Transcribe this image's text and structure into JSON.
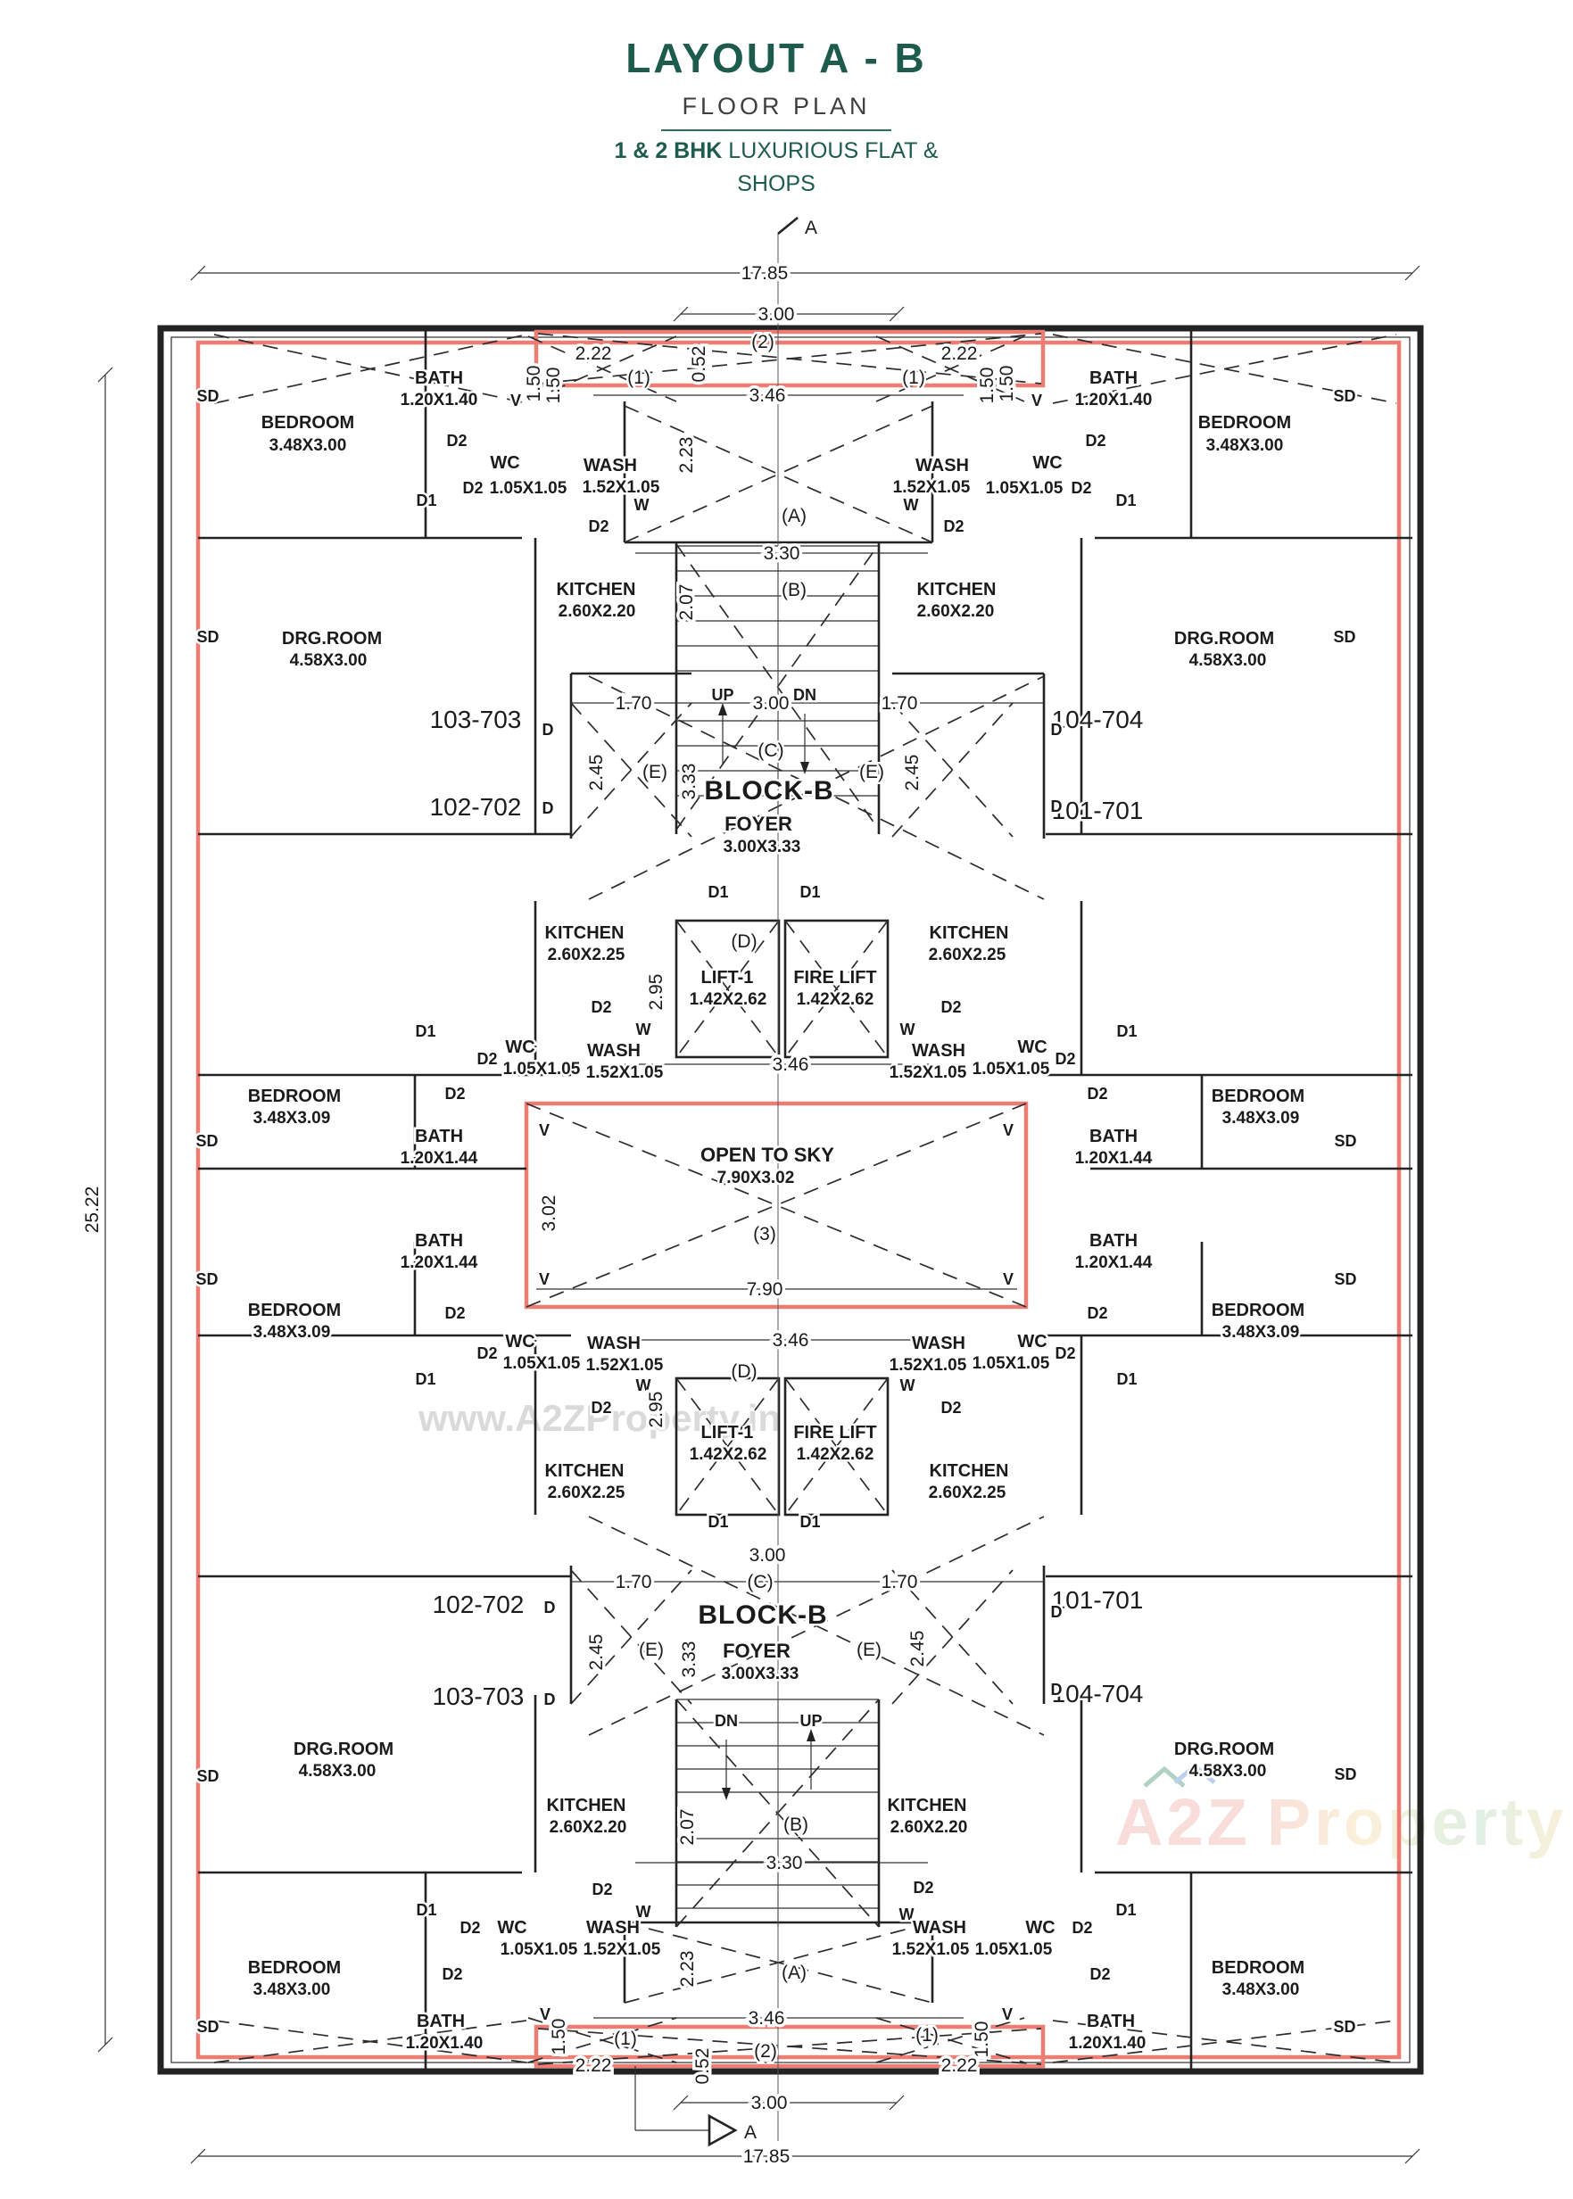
{
  "header": {
    "title": "LAYOUT A - B",
    "subtitle": "FLOOR PLAN",
    "tagline_bold": "1 & 2 BHK",
    "tagline_rest": " LUXURIOUS FLAT &",
    "tagline_line2": "SHOPS"
  },
  "section_marker": "A",
  "overall": {
    "width": "17.85",
    "height": "25.22",
    "core_width": "3.00"
  },
  "units": {
    "u101": "101-701",
    "u102": "102-702",
    "u103": "103-703",
    "u104": "104-704"
  },
  "block": {
    "name": "BLOCK-B"
  },
  "rooms": {
    "bedroom_end": {
      "name": "BEDROOM",
      "size": "3.48X3.00"
    },
    "bedroom_mid": {
      "name": "BEDROOM",
      "size": "3.48X3.09"
    },
    "drg": {
      "name": "DRG.ROOM",
      "size": "4.58X3.00"
    },
    "kitchen_end": {
      "name": "KITCHEN",
      "size": "2.60X2.20"
    },
    "kitchen_mid": {
      "name": "KITCHEN",
      "size": "2.60X2.25"
    },
    "bath_end": {
      "name": "BATH",
      "size": "1.20X1.40"
    },
    "bath_mid": {
      "name": "BATH",
      "size": "1.20X1.44"
    },
    "wc": {
      "name": "WC",
      "size": "1.05X1.05"
    },
    "wash": {
      "name": "WASH",
      "size": "1.52X1.05"
    },
    "lift": {
      "name": "LIFT-1",
      "size": "1.42X2.62"
    },
    "fire_lift": {
      "name": "FIRE LIFT",
      "size": "1.42X2.62"
    },
    "foyer": {
      "name": "FOYER",
      "size": "3.00X3.33"
    },
    "open_sky": {
      "name": "OPEN TO SKY",
      "size": "7.90X3.02"
    }
  },
  "zones": {
    "z1": "(1)",
    "z2": "(2)",
    "z3": "(3)",
    "zA": "(A)",
    "zB": "(B)",
    "zC": "(C)",
    "zD": "(D)",
    "zE": "(E)"
  },
  "marks": {
    "d": "D",
    "d1": "D1",
    "d2": "D2",
    "sd": "SD",
    "v": "V",
    "w": "W"
  },
  "stair": {
    "up": "UP",
    "dn": "DN"
  },
  "dims": {
    "d052": "0.52",
    "d150": "1.50",
    "d170": "1.70",
    "d207": "2.07",
    "d222": "2.22",
    "d223": "2.23",
    "d245": "2.45",
    "d295": "2.95",
    "d300": "3.00",
    "d302": "3.02",
    "d330": "3.30",
    "d333": "3.33",
    "d346": "3.46",
    "d790": "7.90"
  },
  "watermarks": {
    "url": "www.A2ZProperty.in",
    "brand_a2z": "A2Z",
    "brand_property": "Property"
  },
  "colors": {
    "title_green": "#1d5c4c",
    "plan_red": "#ed7c72",
    "wall": "#232323"
  }
}
